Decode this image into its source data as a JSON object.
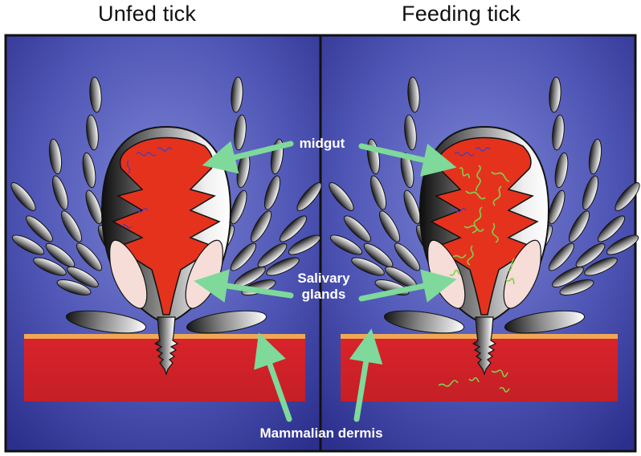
{
  "panels": {
    "left_title": "Unfed tick",
    "right_title": "Feeding tick"
  },
  "labels": {
    "midgut": "midgut",
    "salivary_line1": "Salivary",
    "salivary_line2": "glands",
    "dermis": "Mammalian dermis"
  },
  "colors": {
    "background_blue": "#4a4fb0",
    "panel_border": "#111111",
    "midgut_red": "#e5321d",
    "dermis_red": "#d8232a",
    "dermis_top": "#f0a855",
    "salivary_pink": "#f6ddd8",
    "arrow_green": "#7ed99a",
    "spirochete_green": "#7cd14d",
    "spirochete_blue": "#4a3fb8"
  }
}
